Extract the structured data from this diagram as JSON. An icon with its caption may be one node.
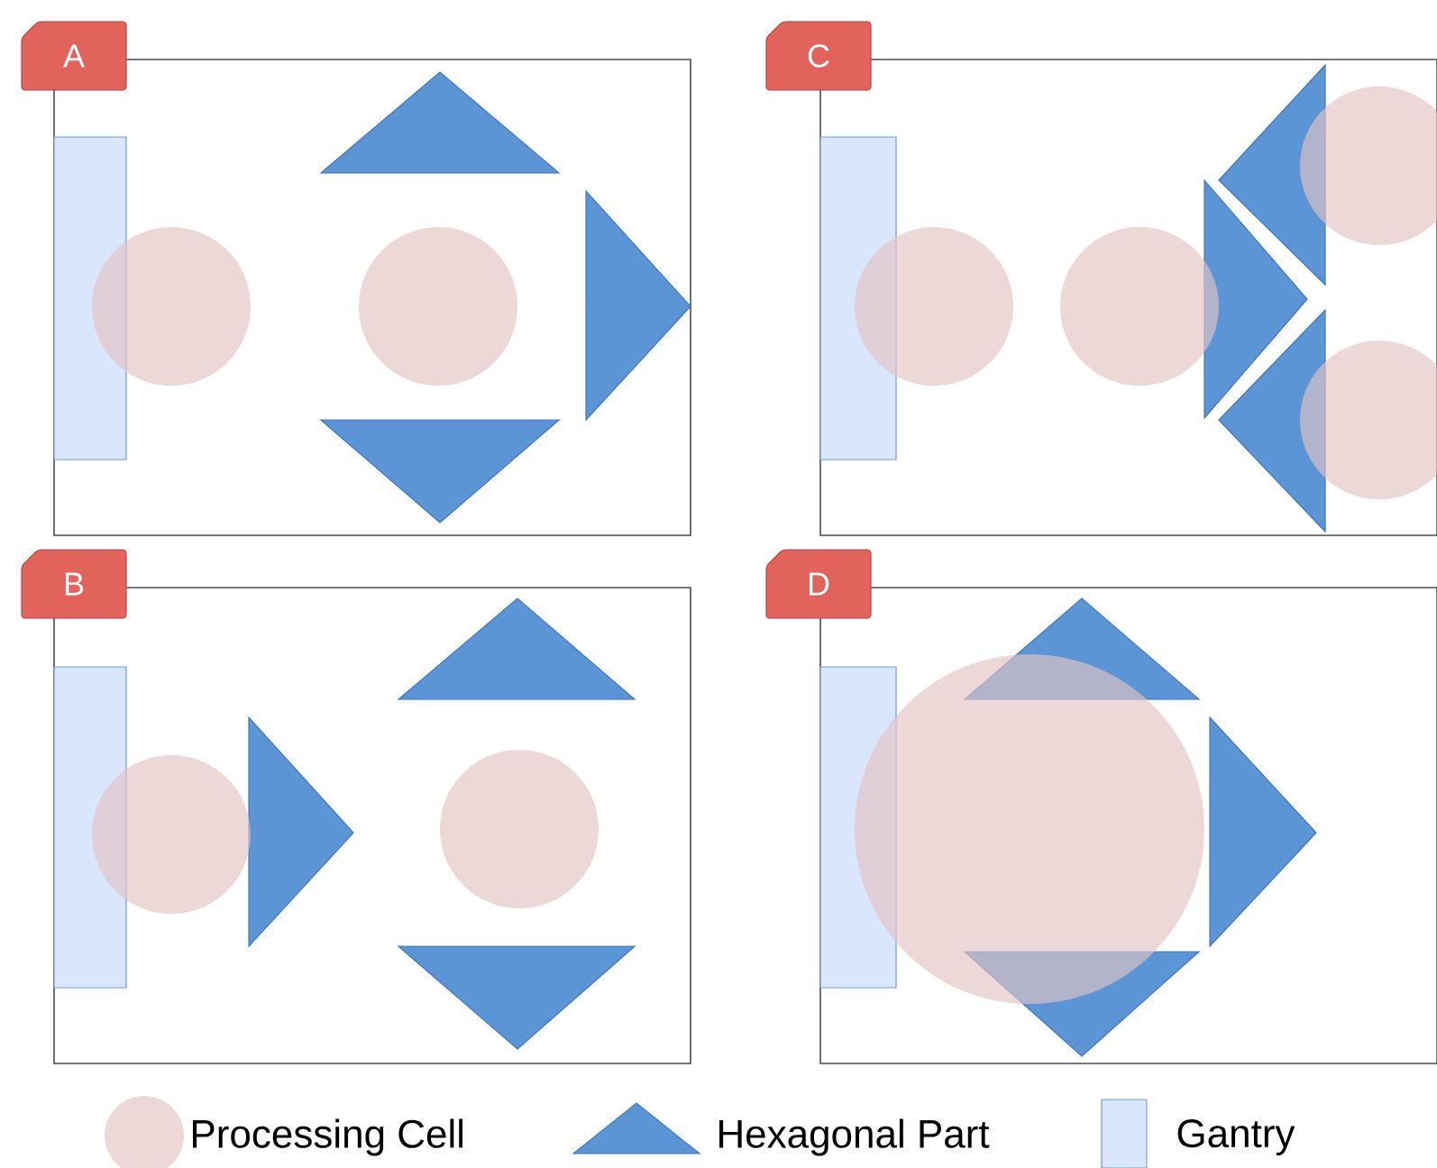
{
  "diagram": {
    "nodes": [
      {
        "text": [
          "A"
        ]
      },
      {
        "text": [
          "C"
        ]
      },
      {
        "text": [
          "B"
        ]
      },
      {
        "text": [
          "D"
        ]
      }
    ],
    "legend": [
      {
        "text": "Processing Cell"
      },
      {
        "text": "Hexagonal Part"
      },
      {
        "text": "Gantry"
      }
    ]
  }
}
